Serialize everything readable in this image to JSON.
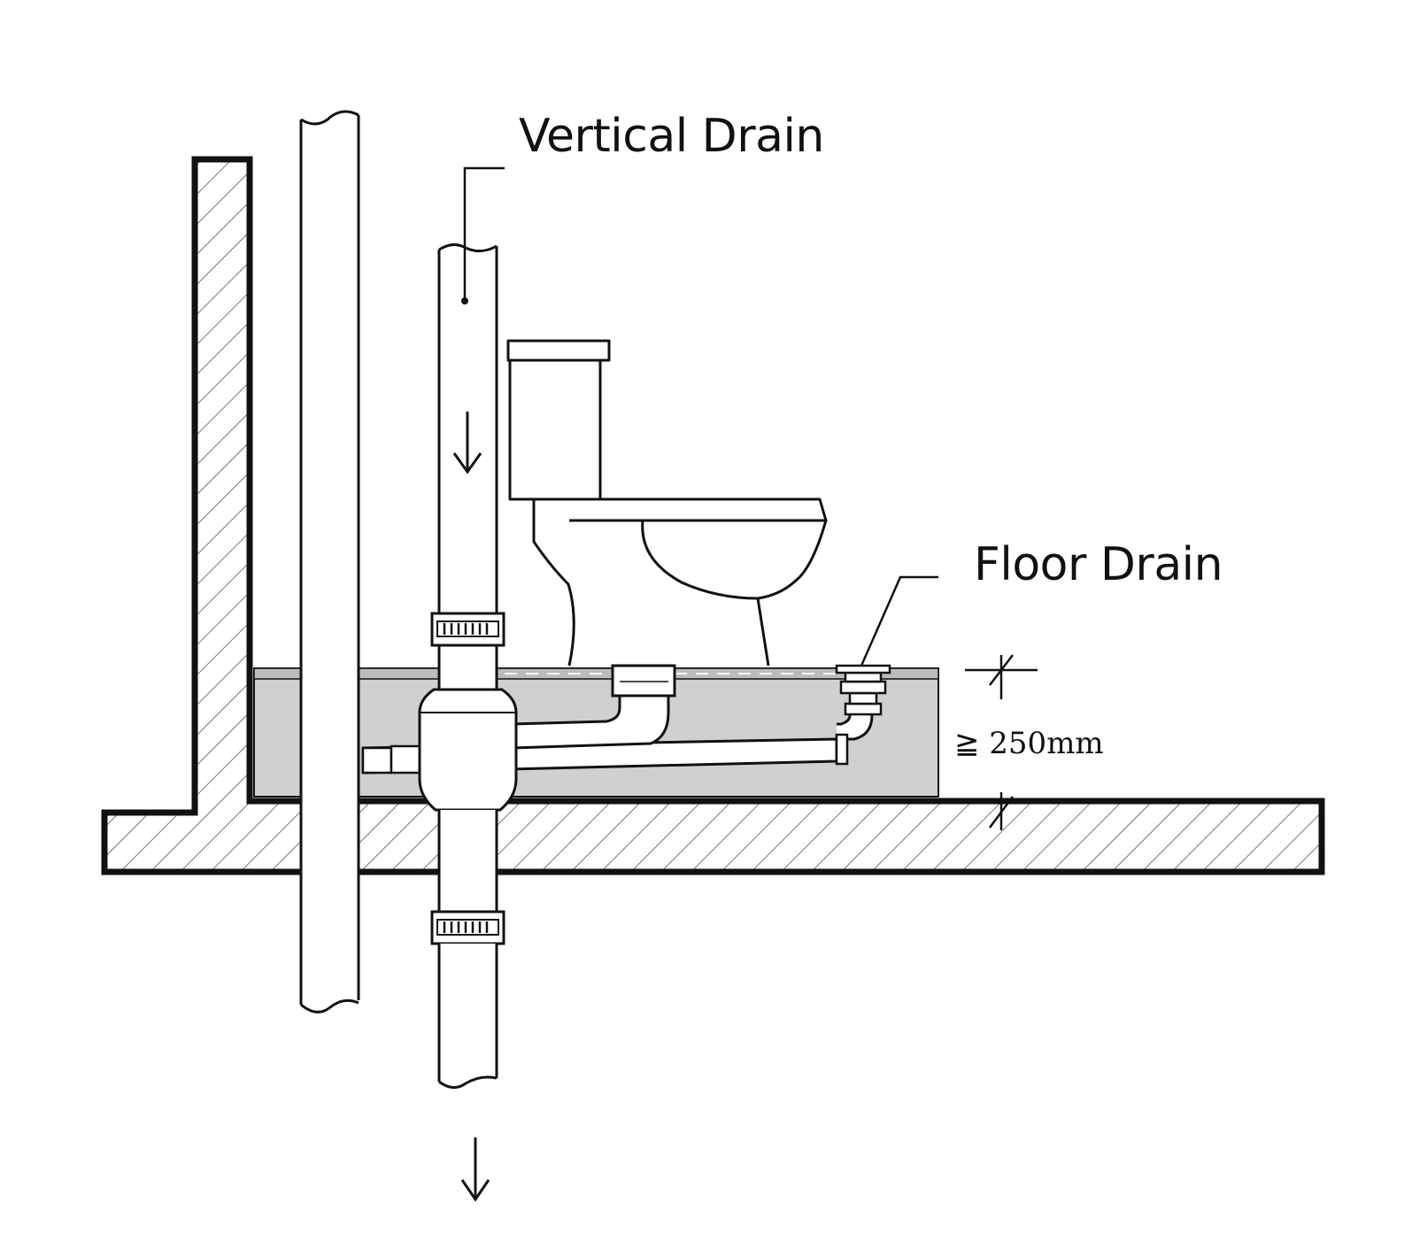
{
  "labels": {
    "vertical_drain": "Vertical Drain",
    "floor_drain": "Floor Drain",
    "dimension": "≧ 250mm"
  },
  "colors": {
    "line": "#111111",
    "fill_gray": "#d0d0d0",
    "hatch": "#555555",
    "background": "#ffffff"
  }
}
